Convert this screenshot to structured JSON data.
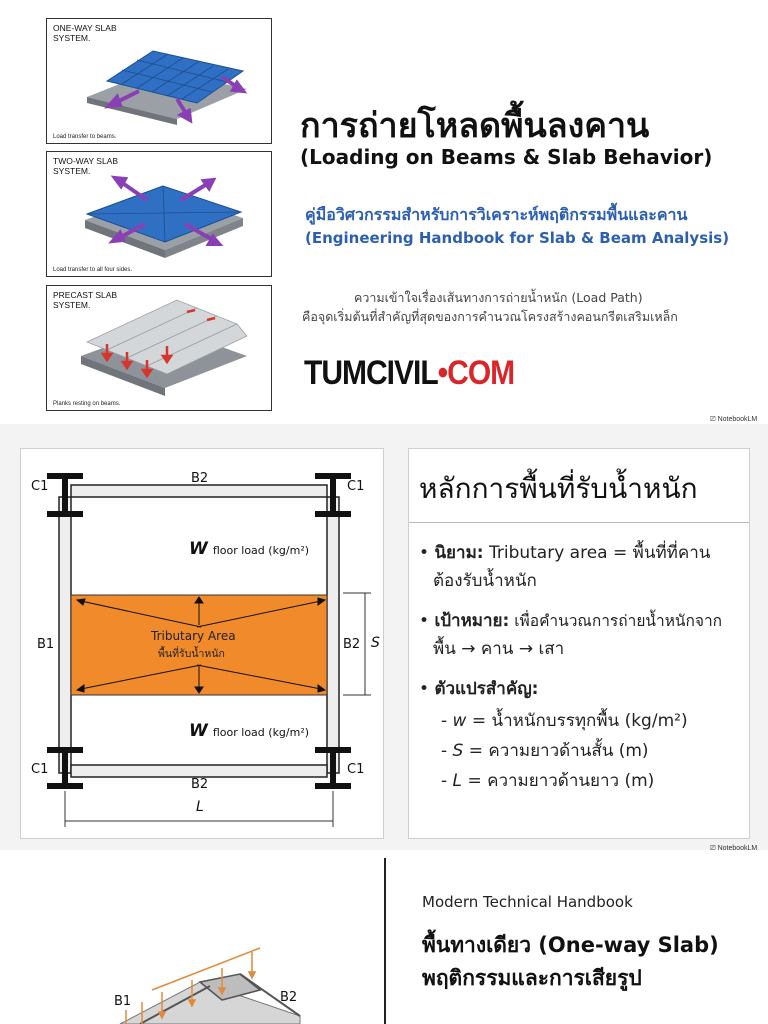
{
  "section1": {
    "panels": [
      {
        "label": "ONE-WAY SLAB\nSYSTEM.",
        "caption": "Load transfer to beams."
      },
      {
        "label": "TWO-WAY SLAB\nSYSTEM.",
        "caption": "Load transfer to all four sides."
      },
      {
        "label": "PRECAST SLAB\nSYSTEM.",
        "caption": "Planks resting on beams."
      }
    ],
    "title_th": "การถ่ายโหลดพื้นลงคาน",
    "title_en": "(Loading on Beams & Slab Behavior)",
    "subtitle_th": "คู่มือวิศวกรรมสำหรับการวิเคราะห์พฤติกรรมพื้นและคาน",
    "subtitle_en": "(Engineering Handbook for Slab & Beam Analysis)",
    "desc_line1": "ความเข้าใจเรื่องเส้นทางการถ่ายน้ำหนัก (Load Path)",
    "desc_line2": "คือจุดเริ่มต้นที่สำคัญที่สุดของการคำนวณโครงสร้างคอนกรีตเสริมเหล็ก",
    "logo_a": "TUMCIVIL",
    "logo_b": "COM",
    "watermark": "NotebookLM",
    "colors": {
      "slab": "#2f6fc4",
      "arrow": "#8a3fb5",
      "precast_arrow": "#d8342b",
      "logo_red": "#d8262b"
    }
  },
  "section2": {
    "diagram": {
      "c1": "C1",
      "b1": "B1",
      "b2": "B2",
      "load_w": "W",
      "load_text": "floor load (kg/m²)",
      "trib_en": "Tributary Area",
      "trib_th": "พื้นที่รับน้ำหนัก",
      "dim_s": "S",
      "dim_l": "L",
      "trib_color": "#f08a2b"
    },
    "heading": "หลักการพื้นที่รับน้ำหนัก",
    "bullets": [
      {
        "term": "นิยาม:",
        "text": " Tributary area = พื้นที่ที่คาน",
        "cont": "ต้องรับน้ำหนัก"
      },
      {
        "term": "เป้าหมาย:",
        "text": " เพื่อคำนวณการถ่ายน้ำหนักจาก",
        "cont": "พื้น → คาน → เสา"
      },
      {
        "term": "ตัวแปรสำคัญ:",
        "text": "",
        "cont": ""
      }
    ],
    "variables": [
      {
        "sym": "w",
        "text": "= น้ำหนักบรรทุกพื้น (kg/m²)"
      },
      {
        "sym": "S",
        "text": "= ความยาวด้านสั้น (m)"
      },
      {
        "sym": "L",
        "text": "= ความยาวด้านยาว (m)"
      }
    ],
    "watermark": "NotebookLM"
  },
  "section3": {
    "kicker": "Modern Technical Handbook",
    "title_line1": "พื้นทางเดียว (One-way Slab)",
    "title_line2": "พฤติกรรมและการเสียรูป",
    "label_b1": "B1",
    "label_b2": "B2"
  }
}
